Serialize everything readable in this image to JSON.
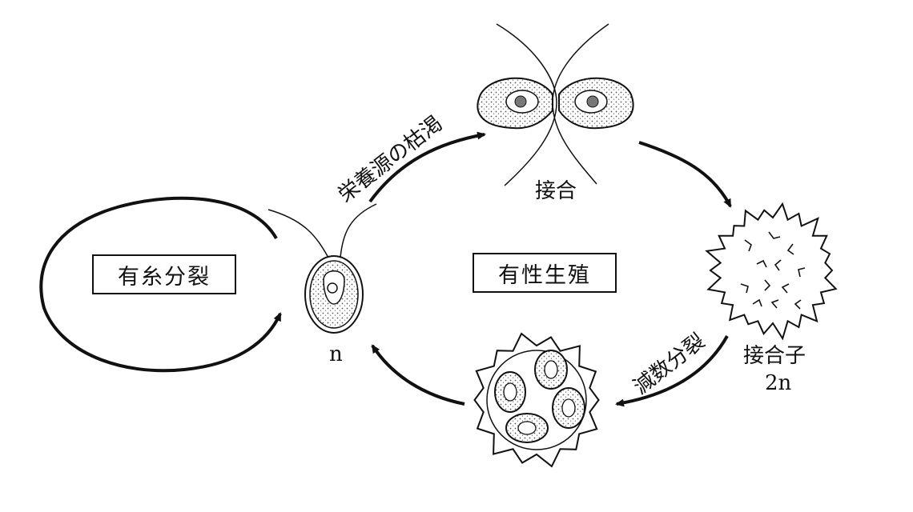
{
  "diagram": {
    "boxes": {
      "mitosis": "有糸分裂",
      "sexual_reproduction": "有性生殖"
    },
    "labels": {
      "haploid": "n",
      "conjugation": "接合",
      "zygote": "接合子",
      "zygote_ploidy": "2n"
    },
    "arrow_labels": {
      "nutrient_depletion": "栄養源の枯渇",
      "meiosis": "減数分裂"
    }
  }
}
